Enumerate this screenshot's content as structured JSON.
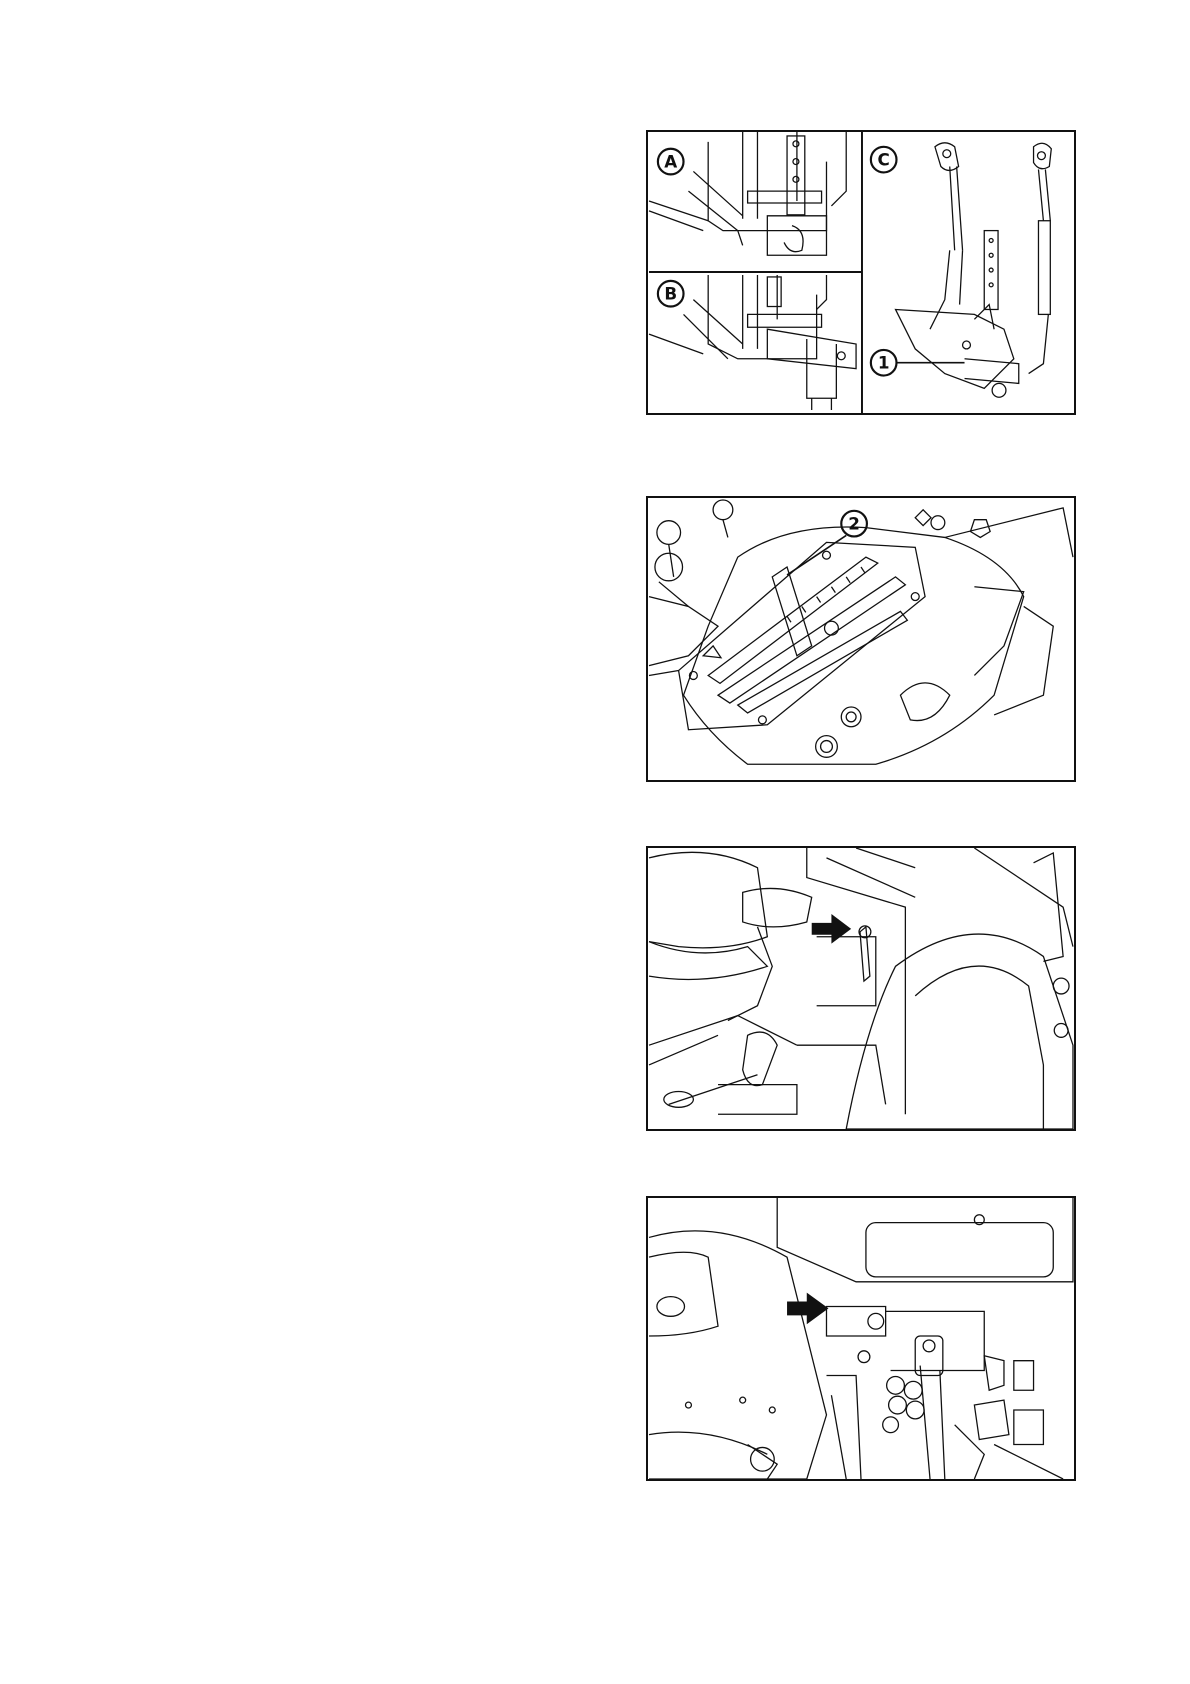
{
  "figures": [
    {
      "panels": [
        {
          "label": "A"
        },
        {
          "label": "B"
        },
        {
          "label": "C"
        }
      ],
      "callouts": [
        "1"
      ]
    },
    {
      "callouts": [
        "2"
      ]
    },
    {
      "callouts": []
    },
    {
      "callouts": []
    }
  ],
  "colors": {
    "line": "#111111",
    "paper": "#ffffff"
  }
}
